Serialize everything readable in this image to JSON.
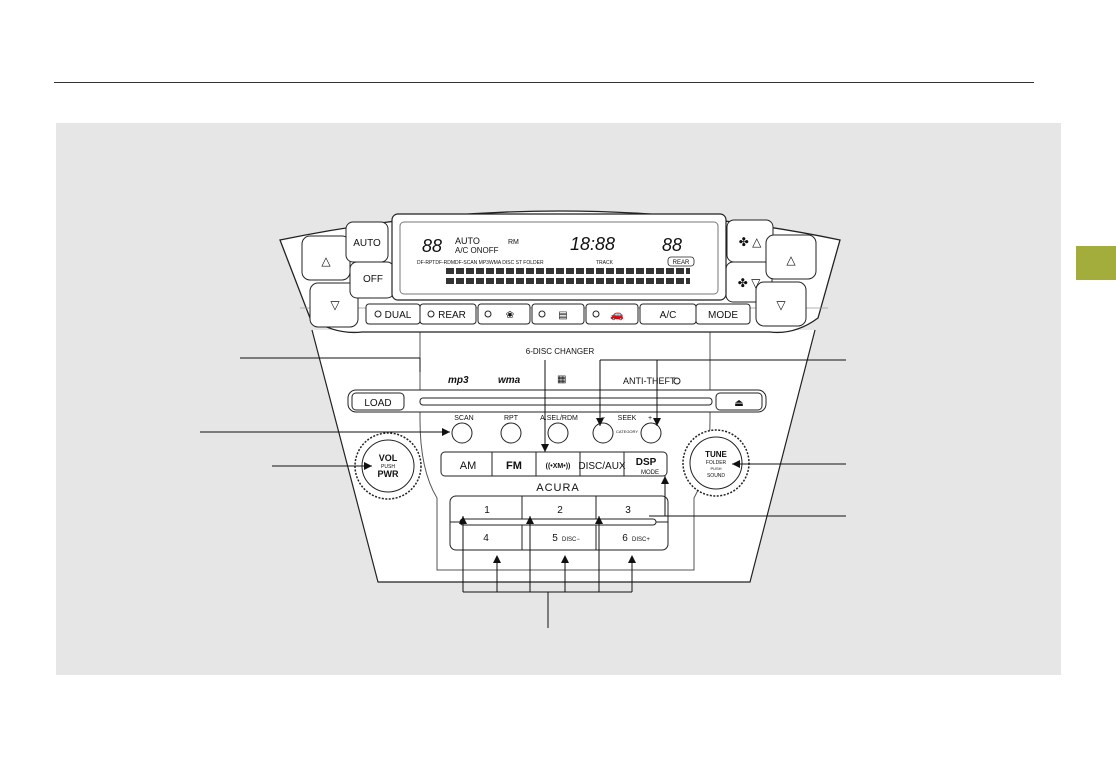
{
  "climate": {
    "auto": "AUTO",
    "off": "OFF",
    "dual": "DUAL",
    "rear": "REAR",
    "ac": "A/C",
    "mode": "MODE"
  },
  "display": {
    "temp_left": "88",
    "auto": "AUTO",
    "ac_on_off": "A/C ONOFF",
    "clock": "18:88",
    "temp_right": "88",
    "rm": "RM",
    "rear": "REAR",
    "row2_left": "DF-RPTDF-RDMDF-SCAN MP3WMA DISC ST FOLDER",
    "track": "TRACK"
  },
  "audio": {
    "changer_label": "6-DISC CHANGER",
    "mp3": "mp3",
    "wma": "wma",
    "anti_theft": "ANTI-THEFT",
    "load": "LOAD",
    "scan": "SCAN",
    "rpt": "RPT",
    "asel_rdm": "A.SEL/RDM",
    "seek_minus": "−",
    "seek": "SEEK",
    "seek_plus": "+",
    "category": "CATEGORY",
    "am": "AM",
    "fm": "FM",
    "xm": "((•XM•))",
    "disc_aux": "DISC/AUX",
    "dsp": "DSP",
    "mode": "MODE",
    "brand": "ACURA",
    "vol": "VOL",
    "vol_push": "PUSH",
    "vol_pwr": "PWR",
    "tune": "TUNE",
    "tune_folder": "FOLDER",
    "tune_push": "PUSH",
    "tune_sound": "SOUND",
    "preset_1": "1",
    "preset_2": "2",
    "preset_3": "3",
    "preset_4": "4",
    "preset_5": "5",
    "disc_minus": "DISC−",
    "preset_6": "6",
    "disc_plus": "DISC+"
  }
}
